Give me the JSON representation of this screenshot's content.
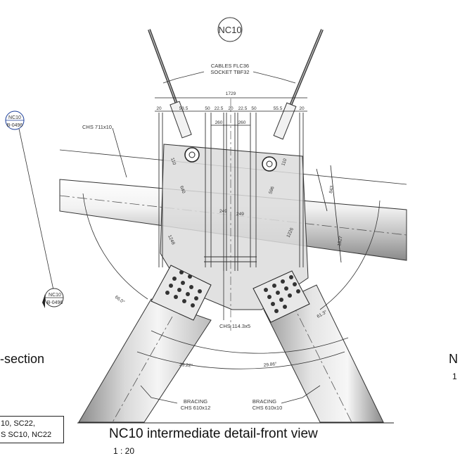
{
  "drawing": {
    "title": "NC10 intermediate detail-front view",
    "scale": "1 : 20",
    "node_tag": "NC10",
    "left_section_label": "-section",
    "right_view_letter": "N",
    "right_view_scale": "1",
    "legend_lines": [
      "10, SC22,",
      "S SC10, NC22"
    ]
  },
  "callouts": [
    {
      "top": "NC10",
      "bottom": "B-0496"
    },
    {
      "top": "NC10",
      "bottom": "B-0496"
    }
  ],
  "labels": {
    "cables": "CABLES FLC36",
    "socket": "SOCKET TBF32",
    "chs_main": "CHS 711x10",
    "chs_small": "CHS 114.3x5",
    "bracing_left_1": "BRACING",
    "bracing_left_2": "CHS 610x12",
    "bracing_right_1": "BRACING",
    "bracing_right_2": "CHS 610x10"
  },
  "dims": {
    "overall": "1729",
    "d20a": "20",
    "d535": "53.5",
    "d50a": "50",
    "d225a": "22.5",
    "d20b": "20",
    "d225b": "22.5",
    "d50b": "50",
    "d555": "55.5",
    "d20c": "20",
    "d260a": "260",
    "d260b": "260",
    "d110a": "110",
    "d110b": "110",
    "d640": "640",
    "d596": "596",
    "d843": "843",
    "d1827": "1827",
    "d249a": "249",
    "d249b": "249",
    "d1248": "1248",
    "d1226": "1226",
    "a660": "66.0°",
    "a613": "61.3°",
    "a2922": "29.22°",
    "a2986": "29.86°"
  }
}
